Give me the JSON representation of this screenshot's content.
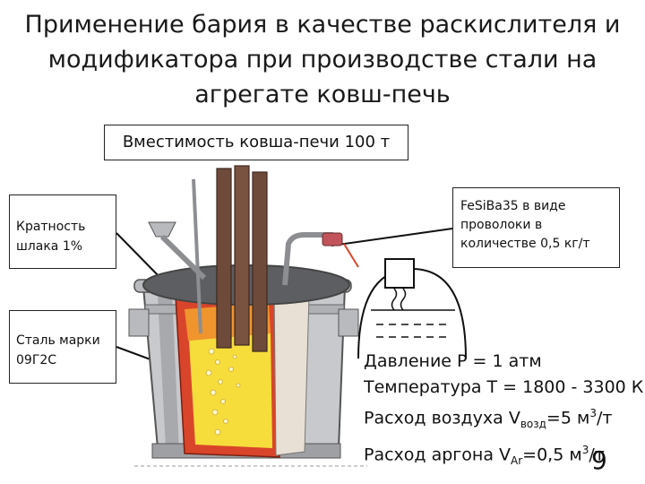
{
  "title": {
    "line1": "Применение бария в качестве раскислителя и",
    "line2": "модификатора при производстве стали на",
    "line3": "агрегате ковш-печь"
  },
  "labels": {
    "capacity": "Вместимость ковша-печи 100 т",
    "slag_line1": "Кратность",
    "slag_line2": "шлака 1%",
    "steel_line1": "Сталь марки",
    "steel_line2": "09Г2С",
    "wire_line1": "FeSiBa35 в виде",
    "wire_line2": "проволоки в",
    "wire_line3": "количестве 0,5 кг/т"
  },
  "params": {
    "pressure": "Давление Р = 1 атм",
    "temperature": "Температура Т = 1800 - 3300 К",
    "air_prefix": "Расход воздуха V",
    "air_sub": "возд",
    "air_value": "=5 м",
    "air_sup": "3",
    "air_unit": "/т",
    "argon_prefix": "Расход аргона V",
    "argon_sub": "Ar",
    "argon_value": "=0,5 м",
    "argon_sup": "3",
    "argon_unit": "/т"
  },
  "page_number": "9",
  "colors": {
    "ladle_gray": "#c8c9cc",
    "refractory_red": "#d9452a",
    "slag_orange": "#f0952d",
    "steel_yellow": "#f6dd3c",
    "electrode_brown": "#6e4a3a"
  }
}
